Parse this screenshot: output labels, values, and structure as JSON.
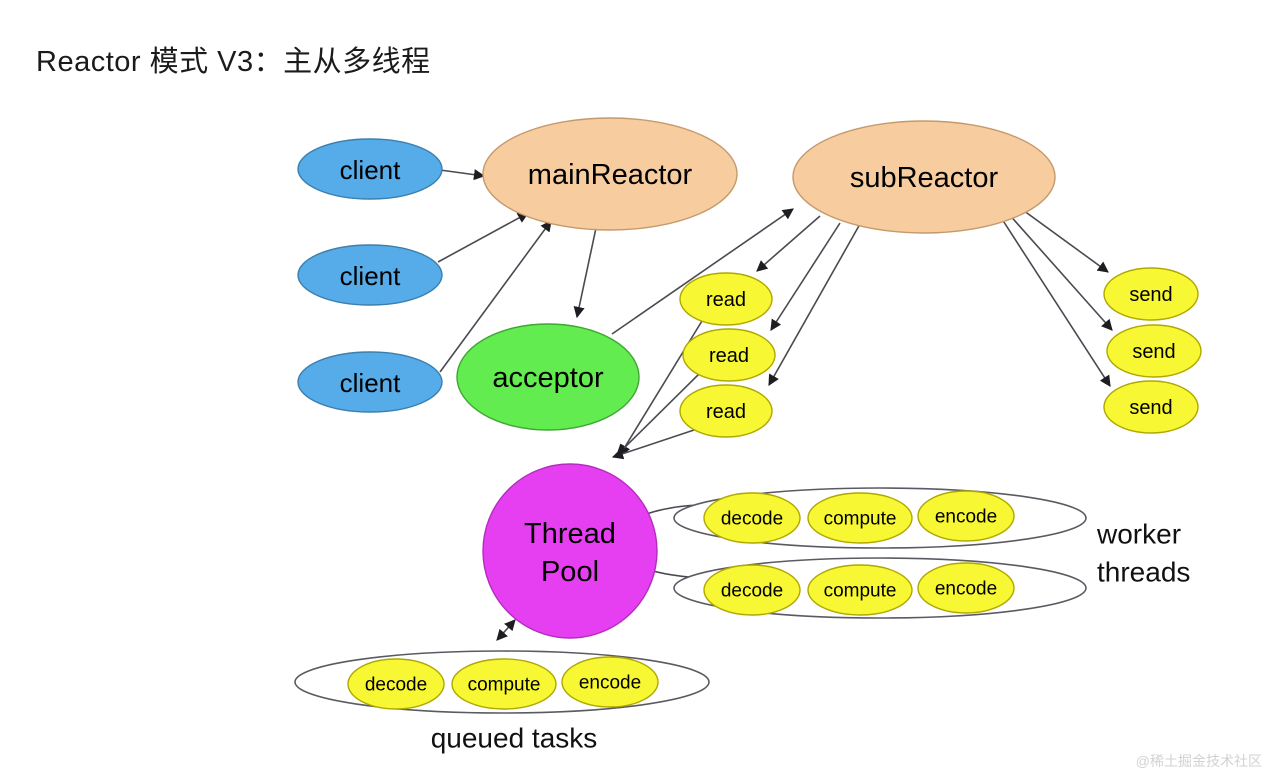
{
  "page": {
    "title": "Reactor 模式 V3：主从多线程",
    "watermark": "@稀土掘金技术社区",
    "background": "#ffffff"
  },
  "colors": {
    "client": "#55ace8",
    "reactor": "#f7cda0",
    "acceptor": "#63ec4f",
    "task": "#f7f733",
    "thread_pool": "#e63ff2",
    "edge": "#4a4a52",
    "node_stroke": "#555555",
    "text": "#000000"
  },
  "diagram": {
    "clients": [
      {
        "id": "client-1",
        "label": "client"
      },
      {
        "id": "client-2",
        "label": "client"
      },
      {
        "id": "client-3",
        "label": "client"
      }
    ],
    "main_reactor": {
      "id": "main-reactor",
      "label": "mainReactor"
    },
    "sub_reactor": {
      "id": "sub-reactor",
      "label": "subReactor"
    },
    "acceptor": {
      "id": "acceptor",
      "label": "acceptor"
    },
    "reads": [
      {
        "id": "read-1",
        "label": "read"
      },
      {
        "id": "read-2",
        "label": "read"
      },
      {
        "id": "read-3",
        "label": "read"
      }
    ],
    "sends": [
      {
        "id": "send-1",
        "label": "send"
      },
      {
        "id": "send-2",
        "label": "send"
      },
      {
        "id": "send-3",
        "label": "send"
      }
    ],
    "thread_pool": {
      "id": "thread-pool",
      "label_line1": "Thread",
      "label_line2": "Pool"
    },
    "worker_threads": {
      "label_line1": "worker",
      "label_line2": "threads",
      "rows": [
        {
          "id": "worker-row-1",
          "stages": [
            "decode",
            "compute",
            "encode"
          ]
        },
        {
          "id": "worker-row-2",
          "stages": [
            "decode",
            "compute",
            "encode"
          ]
        }
      ]
    },
    "queued_tasks": {
      "id": "queued-tasks",
      "label": "queued tasks",
      "stages": [
        "decode",
        "compute",
        "encode"
      ]
    }
  }
}
